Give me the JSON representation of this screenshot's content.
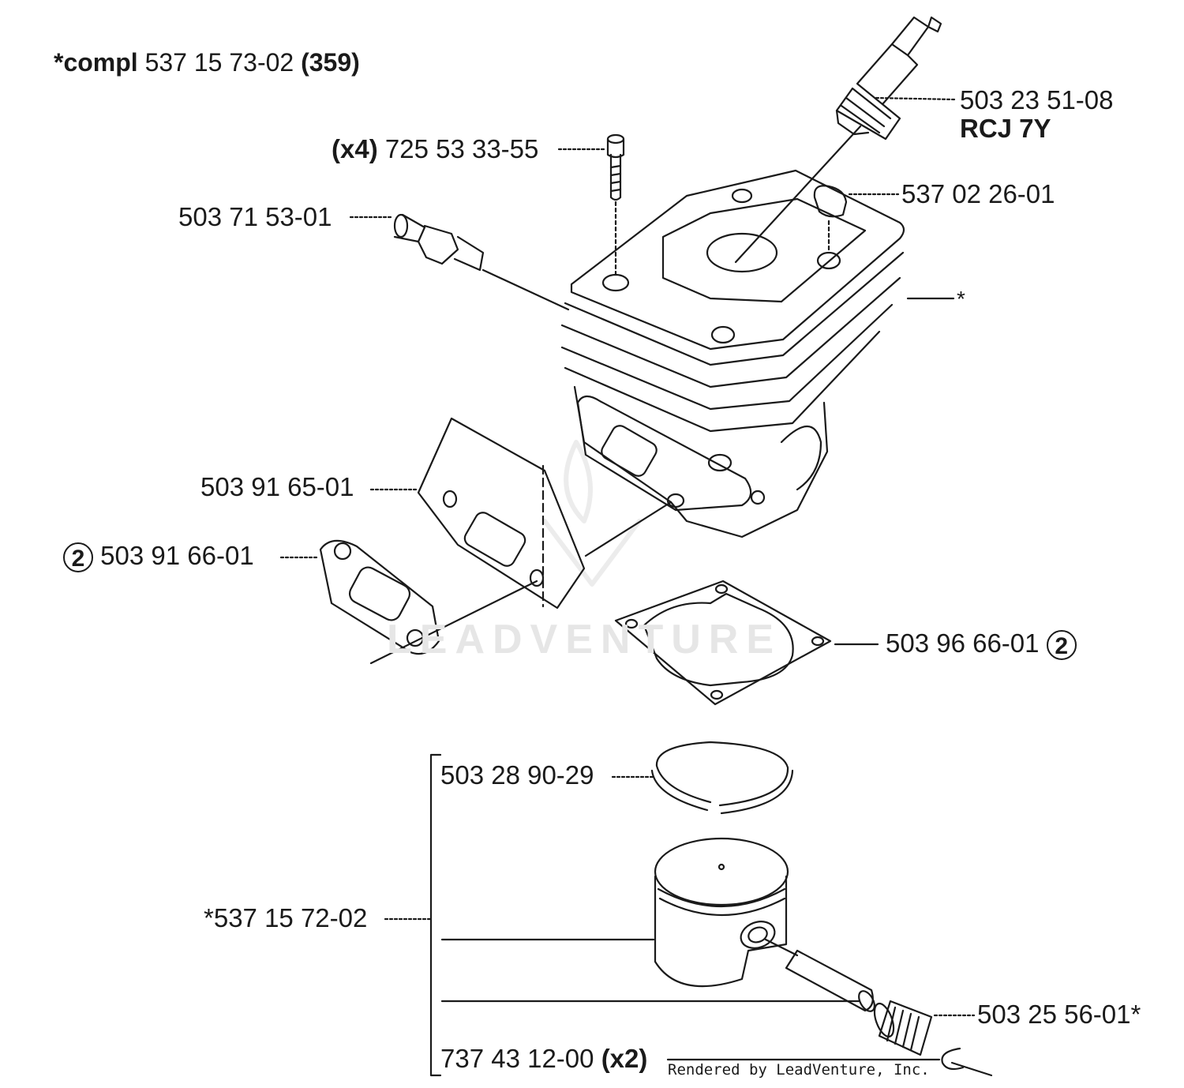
{
  "header": {
    "compl_prefix": "*compl",
    "compl_number": "537 15 73-02",
    "compl_ref": "(359)"
  },
  "watermark": "LEADVENTURE",
  "parts": {
    "spark_plug": {
      "number": "503 23 51-08",
      "type": "RCJ 7Y"
    },
    "screw": {
      "qty": "(x4)",
      "number": "725 53 33-55"
    },
    "decompression_valve": {
      "number": "503 71 53-01"
    },
    "cap": {
      "number": "537 02 26-01"
    },
    "cylinder": {
      "number": "*"
    },
    "insulator_plate": {
      "number": "503 91 65-01"
    },
    "exhaust_gasket": {
      "badge": "2",
      "number": "503 91 66-01"
    },
    "cylinder_gasket": {
      "number": "503 96 66-01",
      "badge": "2"
    },
    "piston_ring": {
      "number": "503 28 90-29"
    },
    "piston_assembly": {
      "number": "*537 15 72-02"
    },
    "needle_bearing": {
      "number": "503 25 56-01*"
    },
    "circlip": {
      "number": "737 43 12-00",
      "qty": "(x2)"
    }
  },
  "credit": "Rendered by LeadVenture, Inc."
}
